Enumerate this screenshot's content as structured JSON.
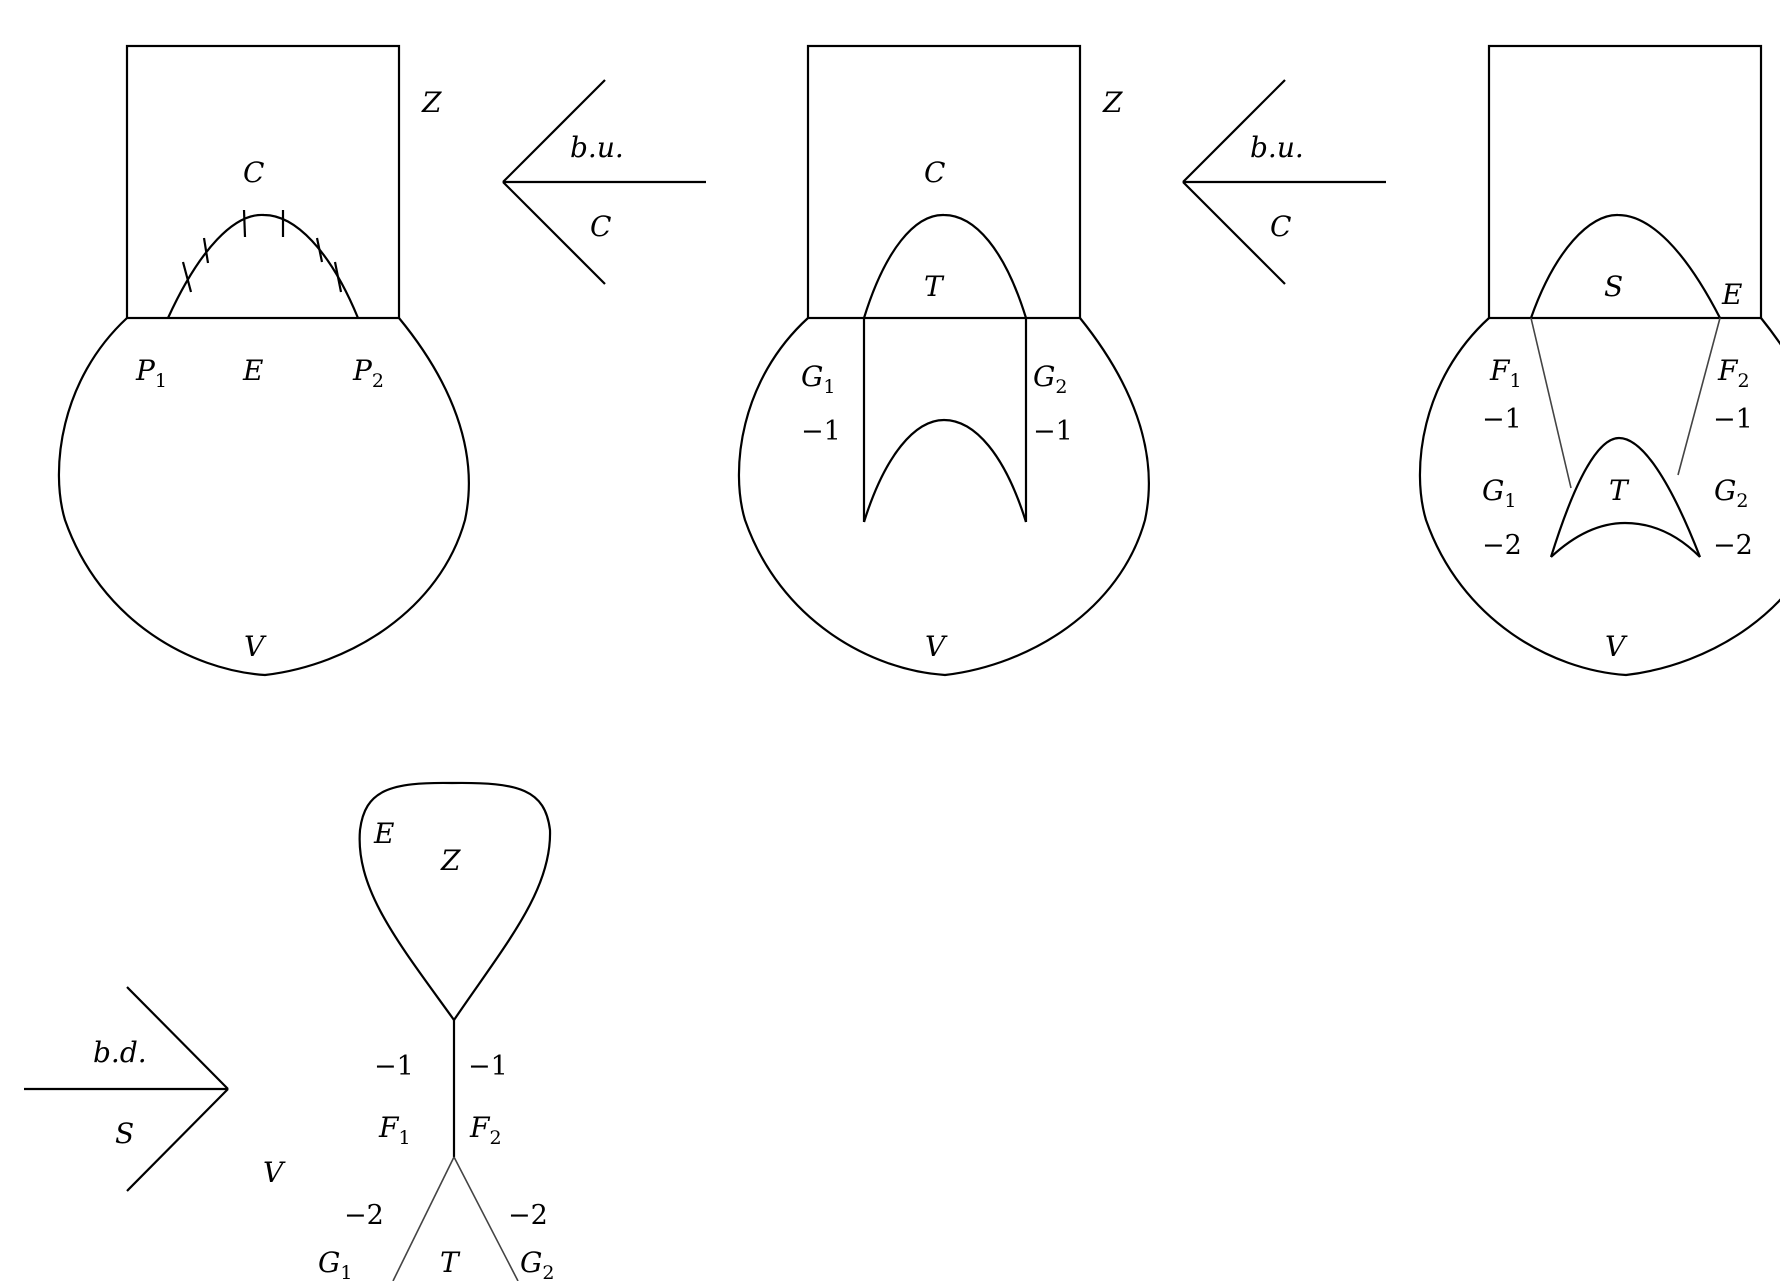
{
  "figure": {
    "panel1": {
      "Z": "Z",
      "C": "C",
      "E": "E",
      "V": "V",
      "P1": {
        "base": "P",
        "sub": "1"
      },
      "P2": {
        "base": "P",
        "sub": "2"
      }
    },
    "arrow1": {
      "top": "b.u.",
      "bottom": "C"
    },
    "panel2": {
      "Z": "Z",
      "C": "C",
      "T": "T",
      "V": "V",
      "G1": {
        "base": "G",
        "sub": "1"
      },
      "G2": {
        "base": "G",
        "sub": "2"
      },
      "m1_left": "−1",
      "m1_right": "−1"
    },
    "arrow2": {
      "top": "b.u.",
      "bottom": "C"
    },
    "panel3": {
      "S": "S",
      "E": "E",
      "T": "T",
      "V": "V",
      "F1": {
        "base": "F",
        "sub": "1"
      },
      "F2": {
        "base": "F",
        "sub": "2"
      },
      "G1": {
        "base": "G",
        "sub": "1"
      },
      "G2": {
        "base": "G",
        "sub": "2"
      },
      "f1_self": "−1",
      "f2_self": "−1",
      "g1_self": "−2",
      "g2_self": "−2"
    },
    "arrow3": {
      "top": "b.d.",
      "bottom": "S"
    },
    "panel4": {
      "E": "E",
      "Z": "Z",
      "V": "V",
      "T": "T",
      "F1": {
        "base": "F",
        "sub": "1"
      },
      "F2": {
        "base": "F",
        "sub": "2"
      },
      "G1": {
        "base": "G",
        "sub": "1"
      },
      "G2": {
        "base": "G",
        "sub": "2"
      },
      "f1_self": "−1",
      "f2_self": "−1",
      "g1_self": "−2",
      "g2_self": "−2"
    }
  }
}
